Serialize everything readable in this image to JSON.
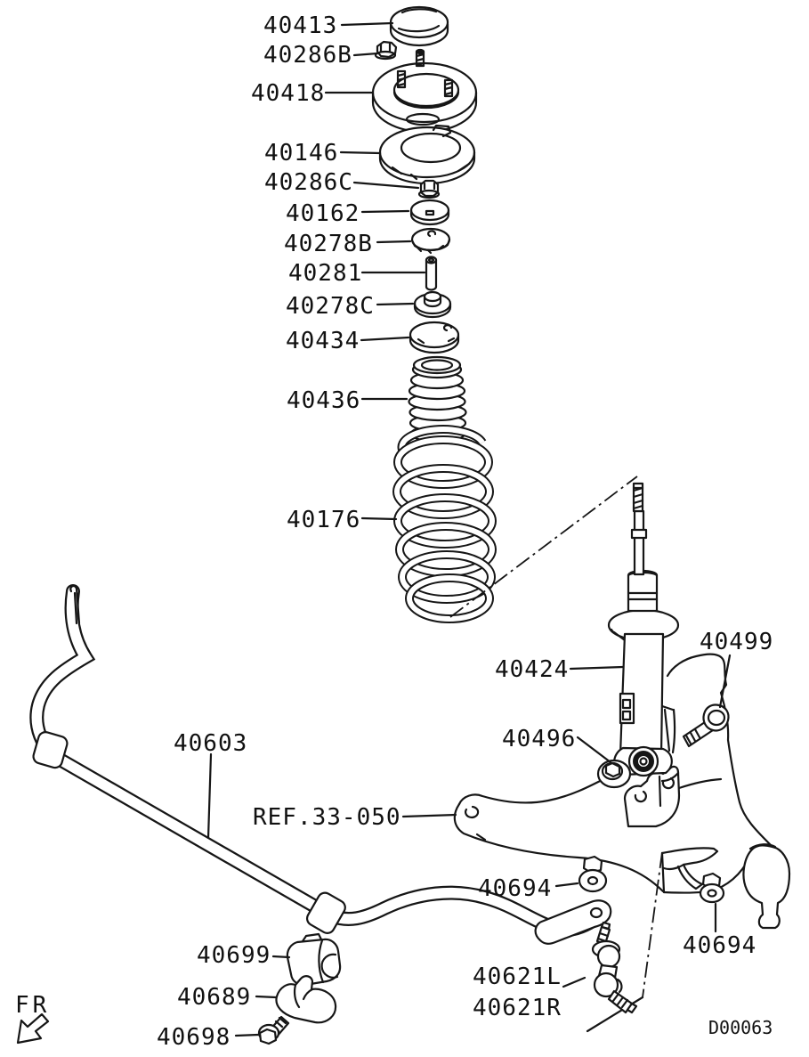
{
  "diagram": {
    "drawing_code": "D00063",
    "direction_label": "FR",
    "reference_label": "REF.33-050",
    "colors": {
      "ink": "#161616",
      "background": "#ffffff"
    },
    "part_labels": {
      "40413": "40413",
      "40286B": "40286B",
      "40418": "40418",
      "40146": "40146",
      "40286C": "40286C",
      "40162": "40162",
      "40278B": "40278B",
      "40281": "40281",
      "40278C": "40278C",
      "40434": "40434",
      "40436": "40436",
      "40176": "40176",
      "40424": "40424",
      "40499": "40499",
      "40496": "40496",
      "40603": "40603",
      "40694": "40694",
      "40699": "40699",
      "40689": "40689",
      "40698": "40698",
      "40621L": "40621L",
      "40621R": "40621R"
    }
  }
}
